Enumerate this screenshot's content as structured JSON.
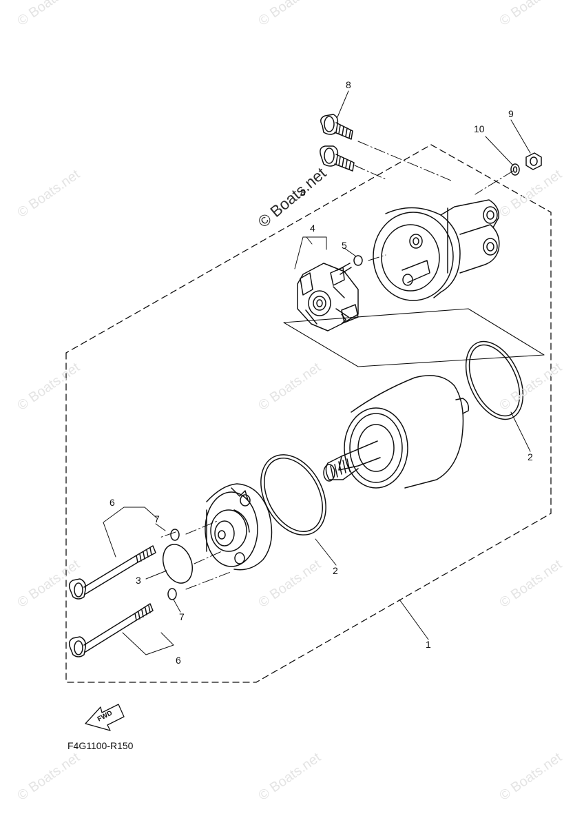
{
  "watermark": {
    "text": "© Boats.net",
    "featured_text": "© Boats.net"
  },
  "callouts": {
    "c1": "1",
    "c2a": "2",
    "c2b": "2",
    "c3": "3",
    "c4": "4",
    "c5": "5",
    "c6a": "6",
    "c6b": "6",
    "c7a": "7",
    "c7b": "7",
    "c8a": "8",
    "c8b": "8",
    "c9": "9",
    "c10": "10"
  },
  "diagram_code": "F4G1100-R150",
  "direction_label": "FWD"
}
